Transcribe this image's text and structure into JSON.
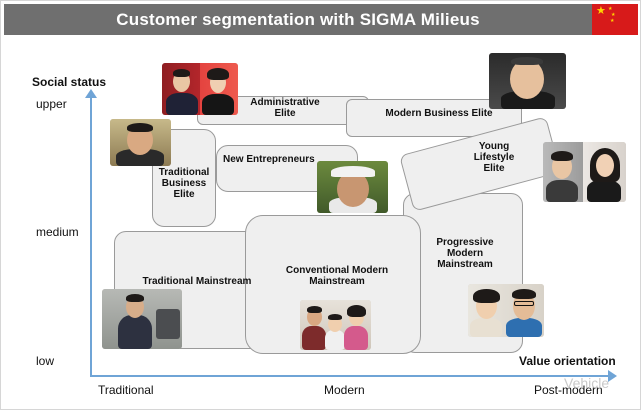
{
  "title": "Customer segmentation with SIGMA Milieus",
  "flag_icon": "china-flag-icon",
  "axes": {
    "y_title": "Social status",
    "y_levels": [
      "upper",
      "medium",
      "low"
    ],
    "x_title": "Value orientation",
    "x_levels": [
      "Traditional",
      "Modern",
      "Post-modern"
    ]
  },
  "segments": {
    "administrative_elite": "Administrative Elite",
    "modern_business_elite": "Modern Business Elite",
    "young_lifestyle_elite": "Young Lifestyle Elite",
    "traditional_business_elite": "Traditional Business Elite",
    "new_entrepreneurs": "New Entrepreneurs",
    "traditional_mainstream": "Traditional Mainstream",
    "conventional_modern_mainstream": "Conventional Modern Mainstream",
    "progressive_modern_mainstream": "Progressive Modern Mainstream"
  },
  "watermark": "Vehicle",
  "colors": {
    "title_bar": "#6f6f6f",
    "axis": "#6fa4d6",
    "box_fill": "#efefef",
    "flag": "#d71a1a"
  }
}
